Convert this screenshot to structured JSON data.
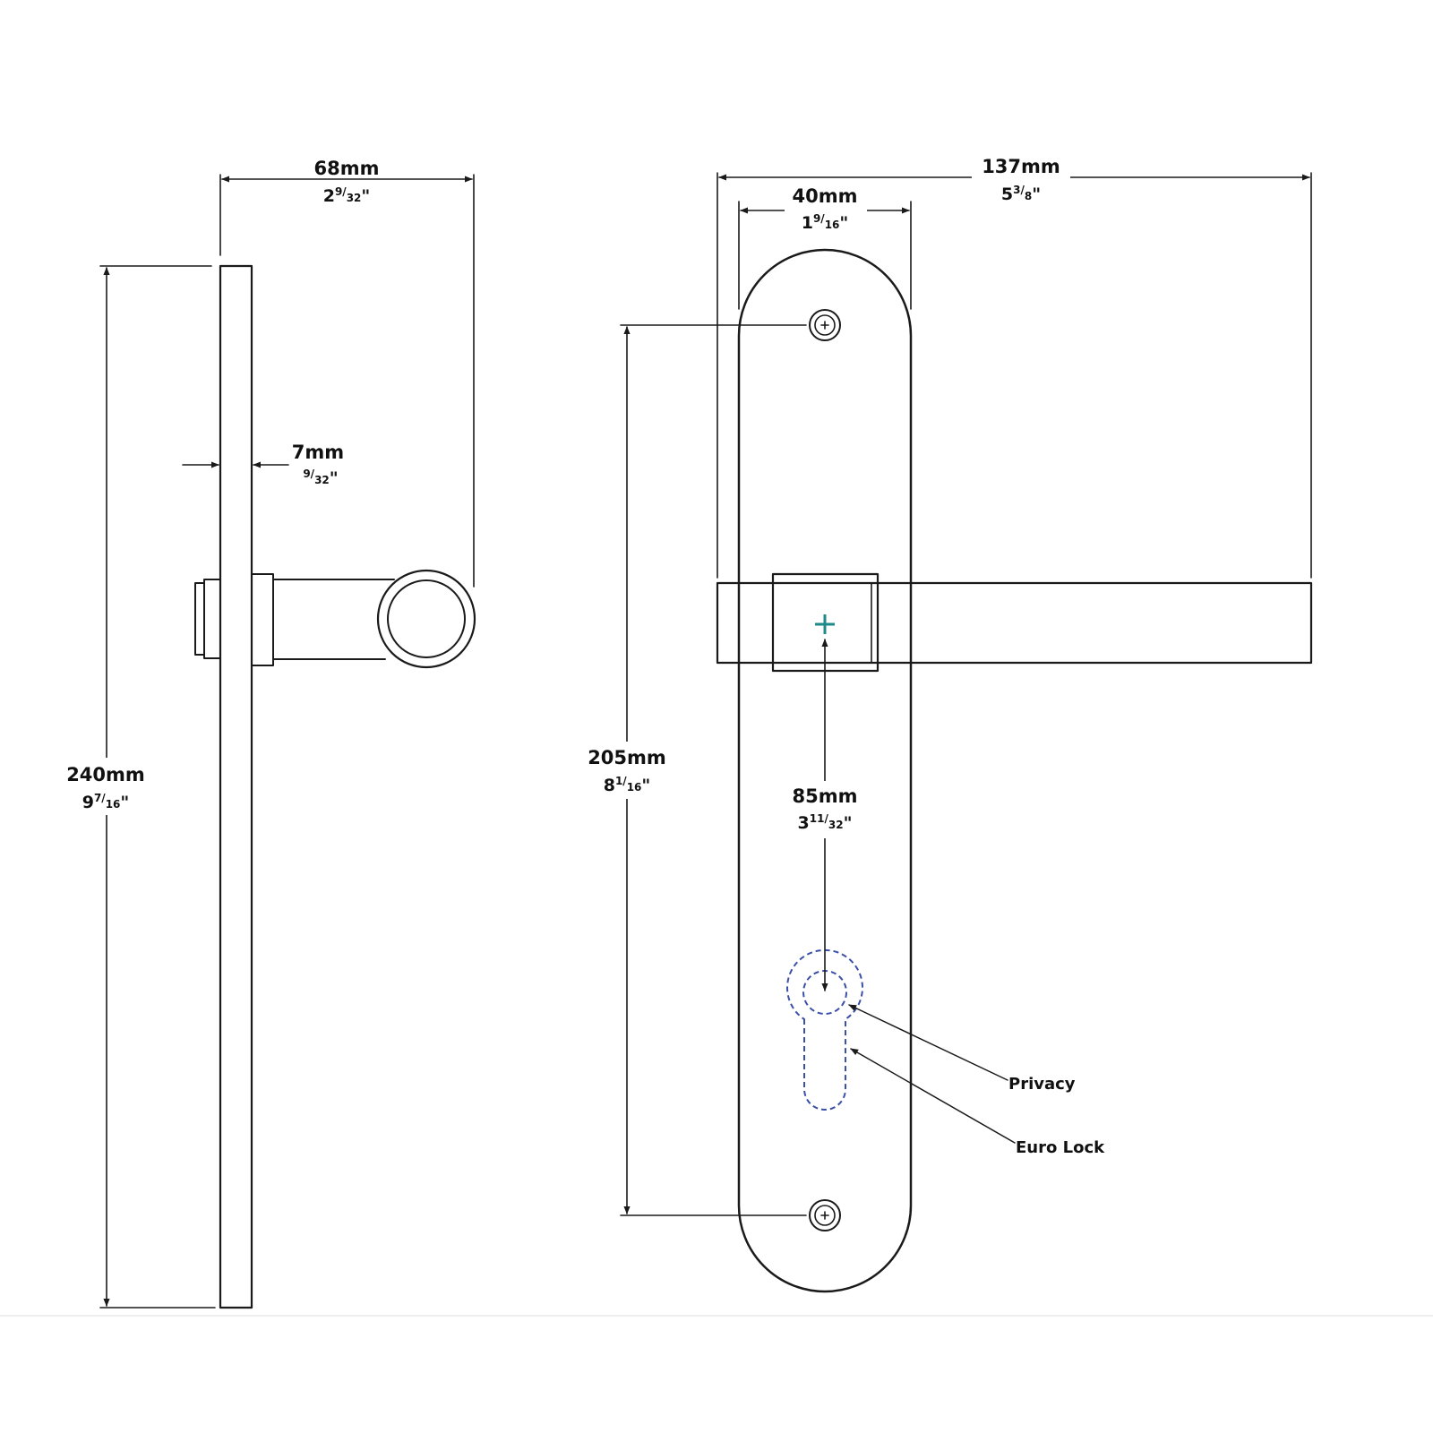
{
  "colors": {
    "line": "#1a1a1a",
    "spindle_mark": "#1e8a8a",
    "cutout_outline": "#3a4fa8",
    "background": "#ffffff"
  },
  "side_view": {
    "projection": {
      "mm": "68mm",
      "whole": "2",
      "num": "9",
      "den": "32",
      "unit": "\""
    },
    "plate_thickness": {
      "mm": "7mm",
      "whole": "",
      "num": "9",
      "den": "32",
      "unit": "\""
    },
    "height": {
      "mm": "240mm",
      "whole": "9",
      "num": "7",
      "den": "16",
      "unit": "\""
    }
  },
  "front_view": {
    "overall_length": {
      "mm": "137mm",
      "whole": "5",
      "num": "3",
      "den": "8",
      "unit": "\""
    },
    "plate_width": {
      "mm": "40mm",
      "whole": "1",
      "num": "9",
      "den": "16",
      "unit": "\""
    },
    "fixing_centres": {
      "mm": "205mm",
      "whole": "8",
      "num": "1",
      "den": "16",
      "unit": "\""
    },
    "spindle_to_lock": {
      "mm": "85mm",
      "whole": "3",
      "num": "11",
      "den": "32",
      "unit": "\""
    },
    "labels": {
      "privacy": "Privacy",
      "euro_lock": "Euro Lock"
    }
  }
}
